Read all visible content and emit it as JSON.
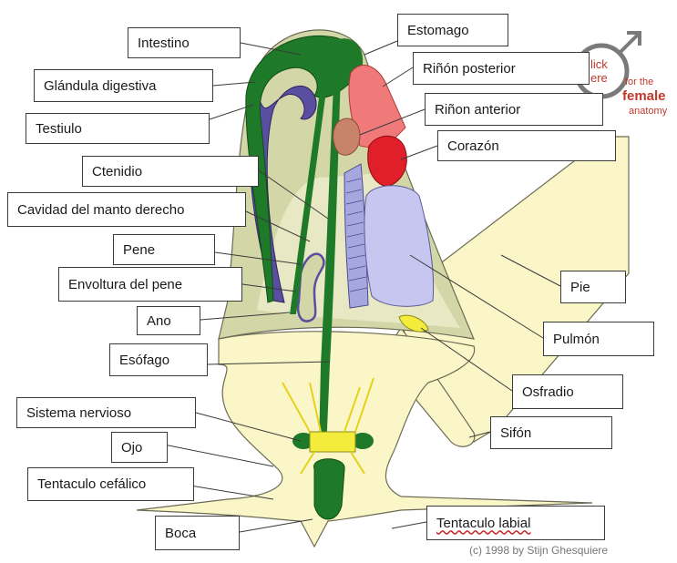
{
  "labels": {
    "intestino": "Intestino",
    "glandula": "Glándula digestiva",
    "testiulo": "Testiulo",
    "ctenidio": "Ctenidio",
    "cavidad": "Cavidad del manto derecho",
    "pene": "Pene",
    "envoltura": "Envoltura del pene",
    "ano": "Ano",
    "esofago": "Esófago",
    "sistema": "Sistema nervioso",
    "ojo": "Ojo",
    "tentaculo_cefalico": "Tentaculo cefálico",
    "boca": "Boca",
    "estomago": "Estomago",
    "rinon_posterior": "Riñón posterior",
    "rinon_anterior": "Riñon anterior",
    "corazon": "Corazón",
    "pie": "Pie",
    "pulmon": "Pulmón",
    "osfradio": "Osfradio",
    "sifon": "Sifón",
    "tentaculo_labial": "Tentaculo labial"
  },
  "logo": {
    "line1": "lick",
    "line2": "ere",
    "for": "for the",
    "female": "female",
    "anatomy": "anatomy"
  },
  "copyright": "(c) 1998 by Stijn Ghesquiere",
  "colors": {
    "foot": "#fbf6c8",
    "mantle": "#d3d6a6",
    "gut": "#1e7a28",
    "testis": "#5a4ea0",
    "kidney": "#f07a7a",
    "heart": "#e01f2a",
    "lung": "#c6c6f0",
    "ctenidium": "#a7a7e0",
    "nerve": "#f4ec3a",
    "logo": "#c0392b"
  }
}
